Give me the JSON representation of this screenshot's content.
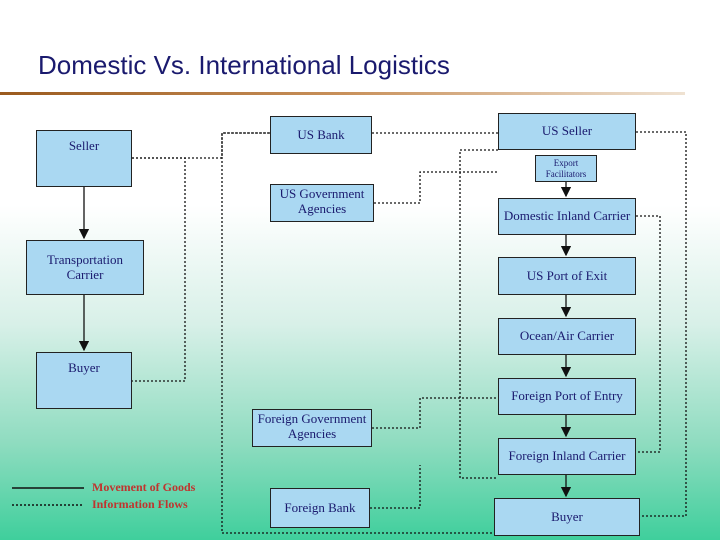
{
  "title": "Domestic Vs. International Logistics",
  "boxes": {
    "seller": "Seller",
    "transport_carrier": "Transportation Carrier",
    "buyer_left": "Buyer",
    "us_bank": "US Bank",
    "us_gov": "US Government Agencies",
    "foreign_gov": "Foreign Government Agencies",
    "foreign_bank": "Foreign Bank",
    "us_seller": "US Seller",
    "export_facilitators": "Export Facilitators",
    "domestic_inland": "Domestic Inland Carrier",
    "us_port_exit": "US Port of Exit",
    "ocean_air": "Ocean/Air Carrier",
    "foreign_port_entry": "Foreign Port of Entry",
    "foreign_inland": "Foreign Inland Carrier",
    "buyer_right": "Buyer"
  },
  "legend": {
    "goods": "Movement of Goods",
    "info": "Information Flows"
  },
  "colors": {
    "box_fill": "#aad8f2",
    "text": "#1a1a6e",
    "legend_text": "#c0342e"
  }
}
